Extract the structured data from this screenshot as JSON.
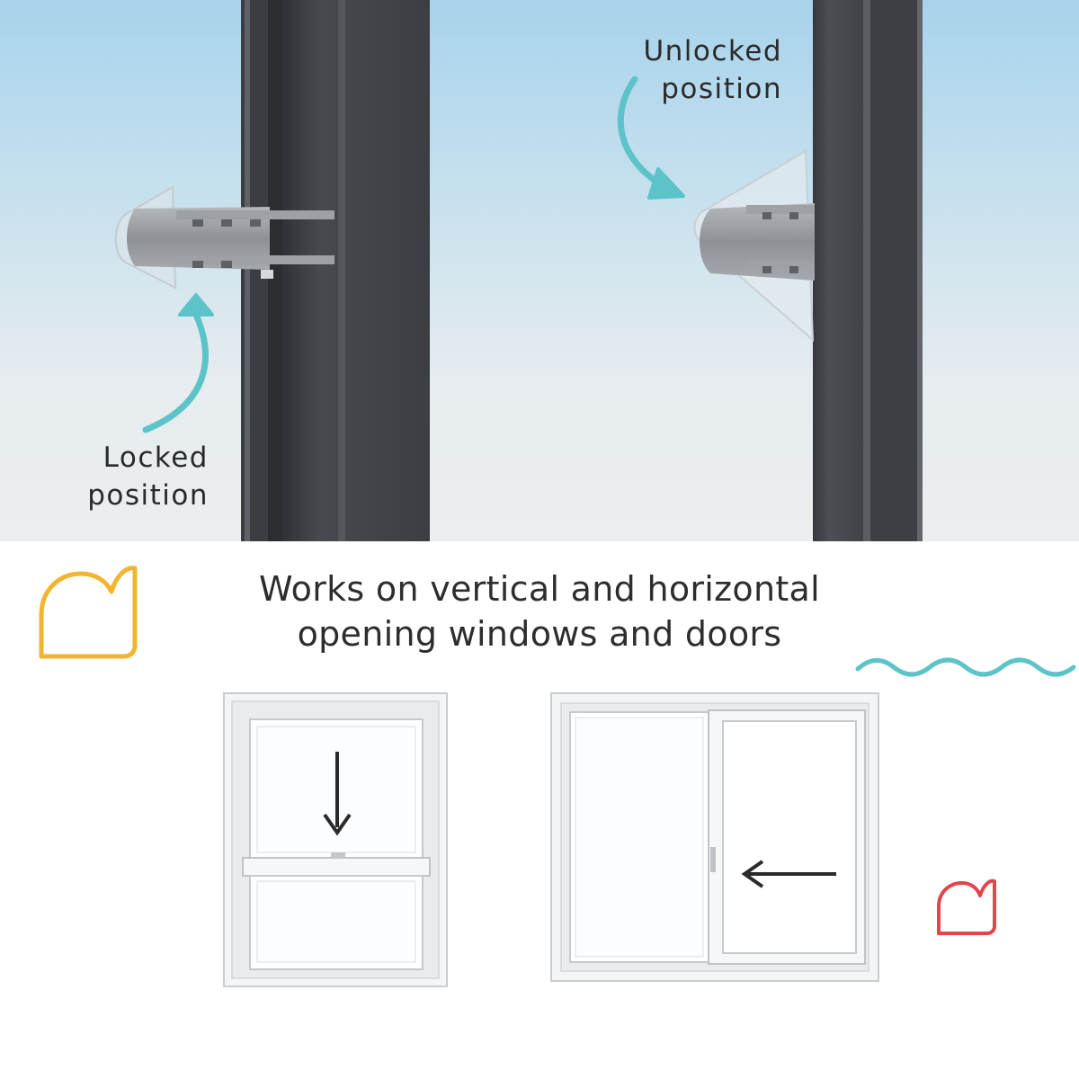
{
  "callouts": {
    "unlocked_line1": "Unlocked",
    "unlocked_line2": "position",
    "locked_line1": "Locked",
    "locked_line2": "position"
  },
  "headline": {
    "line1": "Works on vertical and horizontal",
    "line2": "opening windows and doors"
  },
  "colors": {
    "teal": "#5cc4c8",
    "yellow": "#f1b52f",
    "red": "#e2454b",
    "frame_dark": "#424549",
    "text": "#2d2d2d"
  },
  "icons": {
    "arrow_locked": "curved-arrow-icon",
    "arrow_unlocked": "curved-arrow-icon",
    "heart_large": "heart-outline-icon",
    "heart_small": "heart-outline-icon",
    "wave": "wave-line-icon",
    "arrow_down": "arrow-down-icon",
    "arrow_left": "arrow-left-icon"
  }
}
